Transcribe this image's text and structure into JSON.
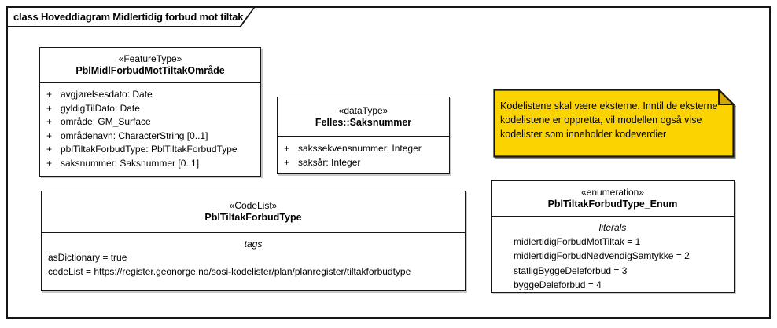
{
  "frame": {
    "title": "class Hoveddiagram Midlertidig forbud mot tiltak"
  },
  "colors": {
    "note_bg": "#FBD300",
    "note_fold": "#D4A700",
    "border": "#161616",
    "box_bg": "#FFFFFF"
  },
  "feature_type": {
    "stereotype": "«FeatureType»",
    "name": "PblMidlForbudMotTiltakOmråde",
    "attributes": [
      {
        "visibility": "+",
        "text": "avgjørelsesdato: Date"
      },
      {
        "visibility": "+",
        "text": "gyldigTilDato: Date"
      },
      {
        "visibility": "+",
        "text": "område: GM_Surface"
      },
      {
        "visibility": "+",
        "text": "områdenavn: CharacterString [0..1]"
      },
      {
        "visibility": "+",
        "text": "pblTiltakForbudType: PblTiltakForbudType"
      },
      {
        "visibility": "+",
        "text": "saksnummer: Saksnummer [0..1]"
      }
    ]
  },
  "data_type": {
    "stereotype": "«dataType»",
    "name": "Felles::Saksnummer",
    "attributes": [
      {
        "visibility": "+",
        "text": "sakssekvensnummer: Integer"
      },
      {
        "visibility": "+",
        "text": "saksår: Integer"
      }
    ]
  },
  "note": {
    "text": "Kodelistene skal være eksterne. Inntil de eksterne kodelistene er oppretta, vil modellen også vise kodelister som inneholder kodeverdier"
  },
  "code_list": {
    "stereotype": "«CodeList»",
    "name": "PblTiltakForbudType",
    "section_label": "tags",
    "tags": [
      "asDictionary = true",
      "codeList = https://register.geonorge.no/sosi-kodelister/plan/planregister/tiltakforbudtype"
    ]
  },
  "enumeration": {
    "stereotype": "«enumeration»",
    "name": "PblTiltakForbudType_Enum",
    "section_label": "literals",
    "literals": [
      "midlertidigForbudMotTiltak = 1",
      "midlertidigForbudNødvendigSamtykke = 2",
      "statligByggeDeleforbud = 3",
      "byggeDeleforbud = 4"
    ]
  }
}
